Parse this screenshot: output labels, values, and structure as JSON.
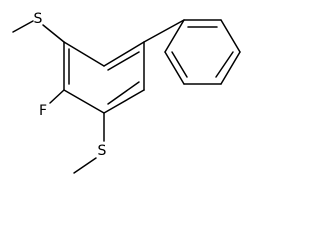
{
  "molecule": {
    "atom_labels": {
      "sulfur_top": "S",
      "fluorine": "F",
      "sulfur_bottom": "S"
    }
  }
}
